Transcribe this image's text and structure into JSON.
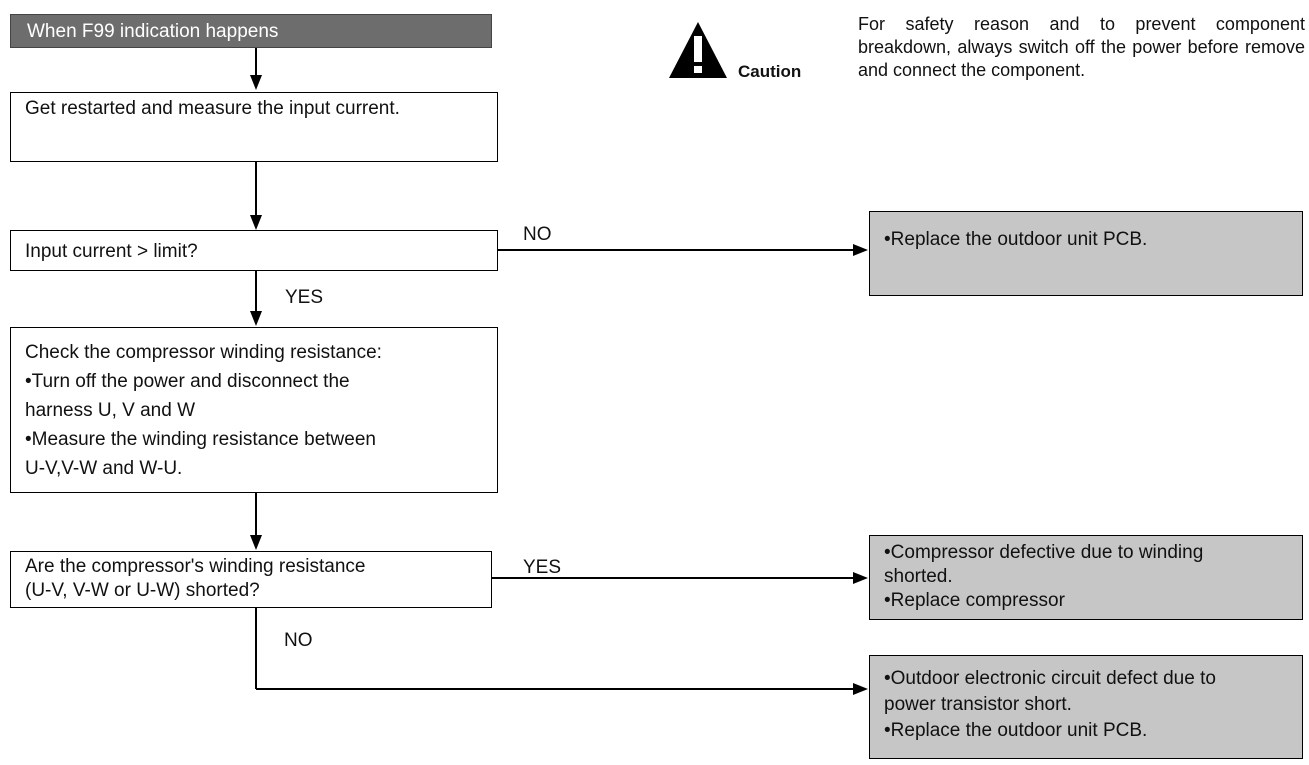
{
  "start": "When F99 indication happens",
  "step1": "Get restarted and measure the input current.",
  "decision1": {
    "text": "Input current > limit?",
    "no_label": "NO",
    "yes_label": "YES"
  },
  "result1": "•Replace the outdoor unit PCB.",
  "step2": {
    "lines": [
      "Check the compressor winding resistance:",
      "•Turn off the power and disconnect the",
      " harness U, V and W",
      "•Measure the winding resistance between",
      " U-V,V-W and W-U."
    ]
  },
  "decision2": {
    "lines": [
      "Are the compressor's winding resistance",
      "(U-V, V-W or U-W) shorted?"
    ],
    "yes_label": "YES",
    "no_label": "NO"
  },
  "result2": {
    "lines": [
      "•Compressor defective due to winding",
      "shorted.",
      "•Replace compressor"
    ]
  },
  "result3": {
    "lines": [
      "•Outdoor electronic circuit defect due to",
      "power transistor short.",
      "•Replace the outdoor unit PCB."
    ]
  },
  "caution": {
    "label": "Caution",
    "text": "For safety reason and to prevent component breakdown, always switch off the power before remove and connect the component."
  },
  "icons": [
    "warning-triangle-icon"
  ]
}
